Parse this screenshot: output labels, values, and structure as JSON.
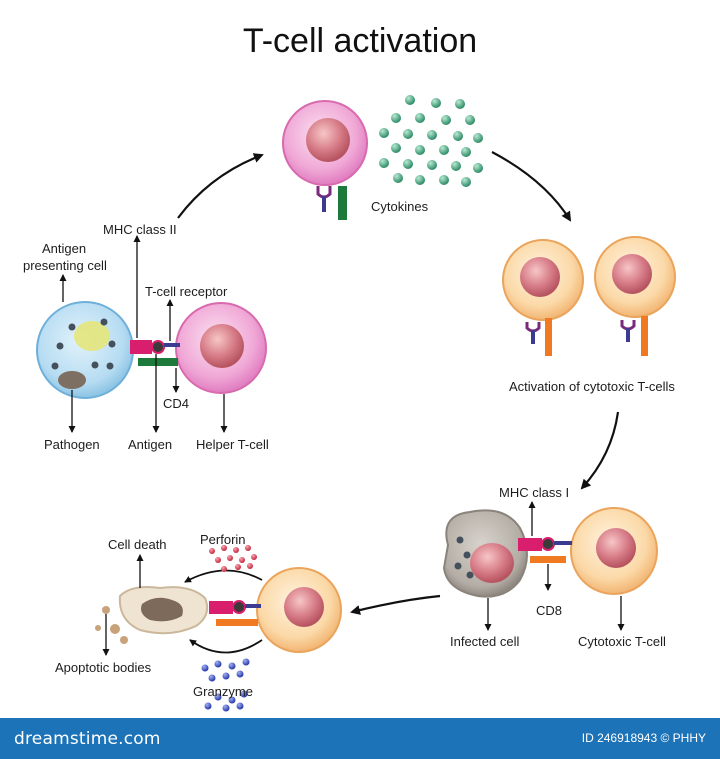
{
  "title": "T-cell activation",
  "labels": {
    "antigen_presenting_cell": [
      "Antigen",
      "presenting cell"
    ],
    "mhc_class_ii": "MHC class II",
    "t_cell_receptor": "T-cell receptor",
    "cd4": "CD4",
    "pathogen": "Pathogen",
    "antigen": "Antigen",
    "helper_t_cell": "Helper T-cell",
    "cytokines": "Cytokines",
    "activation_cytotoxic": "Activation of cytotoxic T-cells",
    "mhc_class_i": "MHC class I",
    "cd8": "CD8",
    "infected_cell": "Infected cell",
    "cytotoxic_t_cell": "Cytotoxic T-cell",
    "cell_death": "Cell death",
    "perforin": "Perforin",
    "apoptotic_bodies": "Apoptotic bodies",
    "granzyme": "Granzyme"
  },
  "footer": {
    "brand": "dreamstime.com",
    "credit": "ID 246918943 © PHHY"
  },
  "colors": {
    "helper_cell": "#e98cc8",
    "cytotoxic_cell": "#f7c98c",
    "apc_cell": "#a9d4ef",
    "infected_cell": "#a7a39d",
    "mhc": "#d81e6c",
    "tcr": "#3b3b8f",
    "cd4": "#1e7a3a",
    "cd8": "#ef7a22",
    "cytokine": "#3f9a7a",
    "perforin": "#d0334a",
    "granzyme": "#3344b0",
    "footer": "#1d73b8"
  }
}
